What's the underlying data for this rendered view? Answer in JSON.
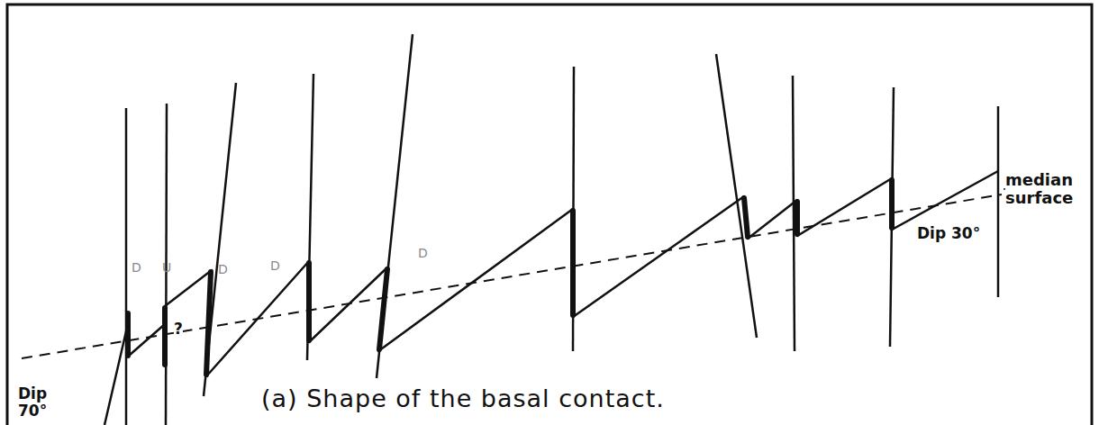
{
  "diagram": {
    "caption": "(a) Shape of the basal contact.",
    "labels": [
      "median surface",
      "Dip 30°",
      "Dip 70°",
      "?",
      "D",
      "U",
      "D",
      "D",
      "D"
    ]
  }
}
